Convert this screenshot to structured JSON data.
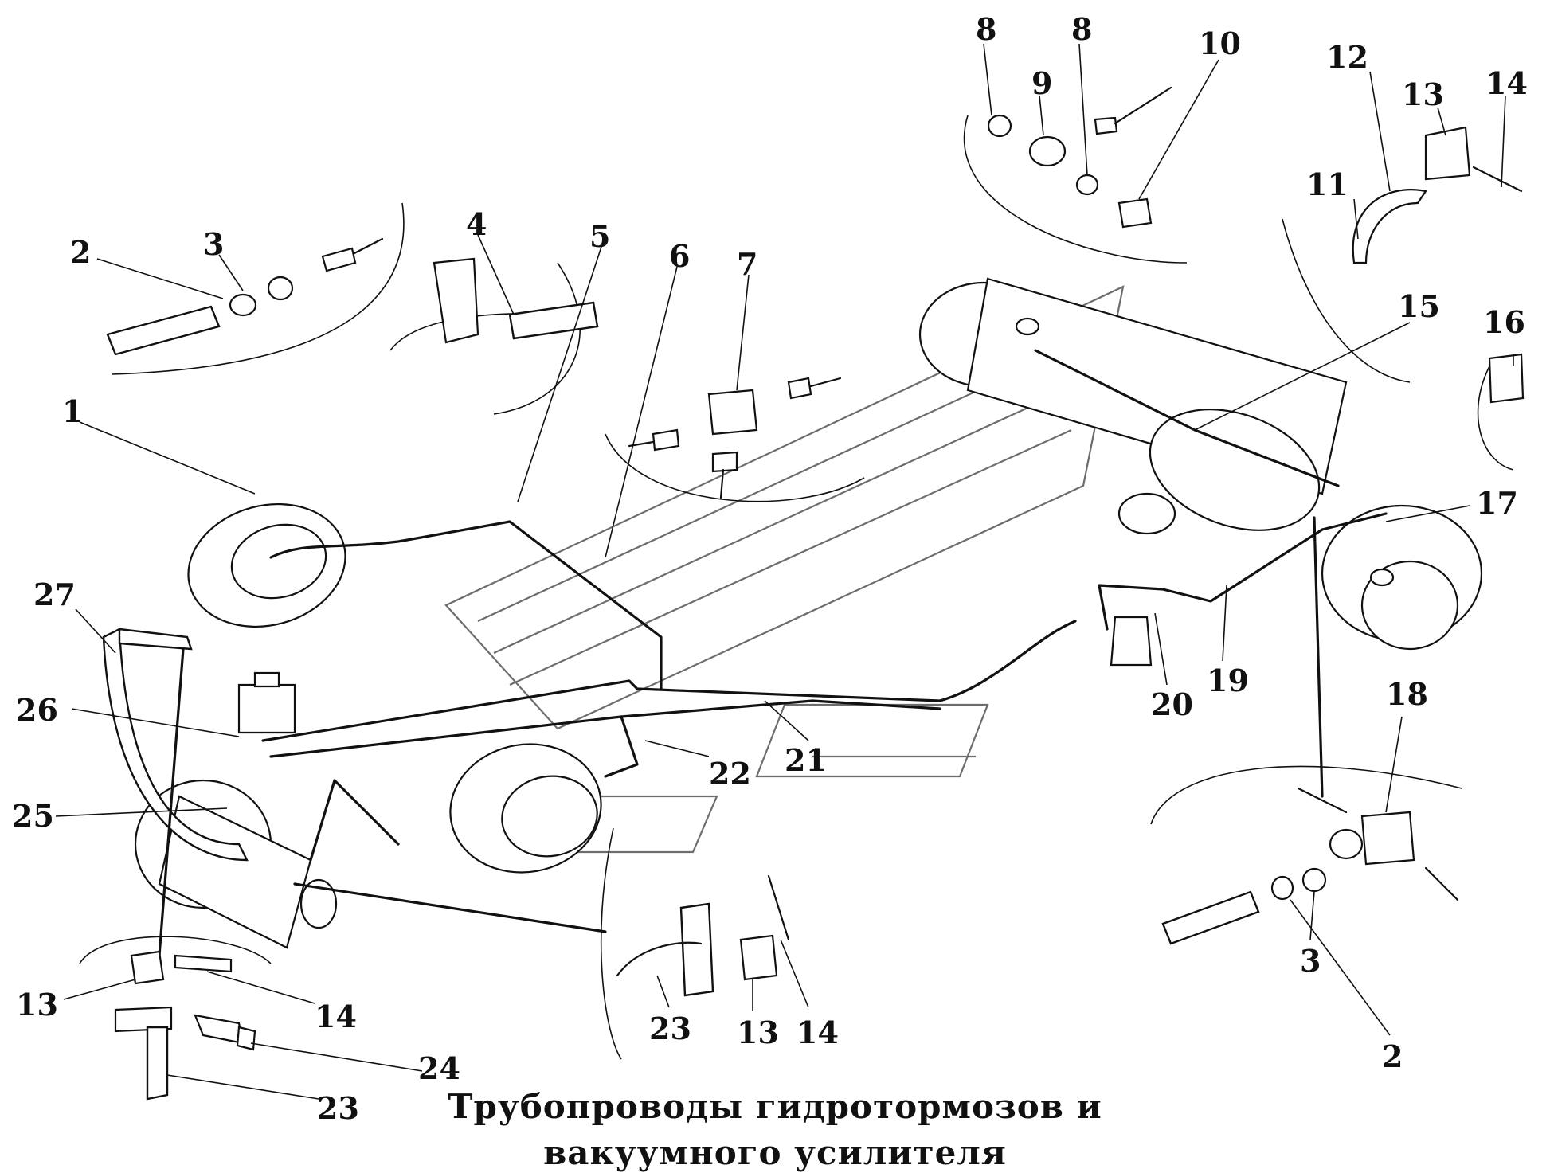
{
  "title_lines": [
    "Трубопроводы гидротормозов и",
    "вакуумного усилителя"
  ],
  "callouts": [
    {
      "id": "c1",
      "label": "1"
    },
    {
      "id": "c2a",
      "label": "2"
    },
    {
      "id": "c3a",
      "label": "3"
    },
    {
      "id": "c4",
      "label": "4"
    },
    {
      "id": "c5",
      "label": "5"
    },
    {
      "id": "c6",
      "label": "6"
    },
    {
      "id": "c7",
      "label": "7"
    },
    {
      "id": "c8a",
      "label": "8"
    },
    {
      "id": "c8b",
      "label": "8"
    },
    {
      "id": "c9",
      "label": "9"
    },
    {
      "id": "c10",
      "label": "10"
    },
    {
      "id": "c11",
      "label": "11"
    },
    {
      "id": "c12",
      "label": "12"
    },
    {
      "id": "c13a",
      "label": "13"
    },
    {
      "id": "c14a",
      "label": "14"
    },
    {
      "id": "c15",
      "label": "15"
    },
    {
      "id": "c16",
      "label": "16"
    },
    {
      "id": "c17",
      "label": "17"
    },
    {
      "id": "c18",
      "label": "18"
    },
    {
      "id": "c19",
      "label": "19"
    },
    {
      "id": "c20",
      "label": "20"
    },
    {
      "id": "c21",
      "label": "21"
    },
    {
      "id": "c22",
      "label": "22"
    },
    {
      "id": "c25",
      "label": "25"
    },
    {
      "id": "c26",
      "label": "26"
    },
    {
      "id": "c27",
      "label": "27"
    },
    {
      "id": "c13b",
      "label": "13"
    },
    {
      "id": "c14b",
      "label": "14"
    },
    {
      "id": "c24",
      "label": "24"
    },
    {
      "id": "c23a",
      "label": "23"
    },
    {
      "id": "c23b",
      "label": "23"
    },
    {
      "id": "c13c",
      "label": "13"
    },
    {
      "id": "c14c",
      "label": "14"
    },
    {
      "id": "c3b",
      "label": "3"
    },
    {
      "id": "c2b",
      "label": "2"
    }
  ]
}
